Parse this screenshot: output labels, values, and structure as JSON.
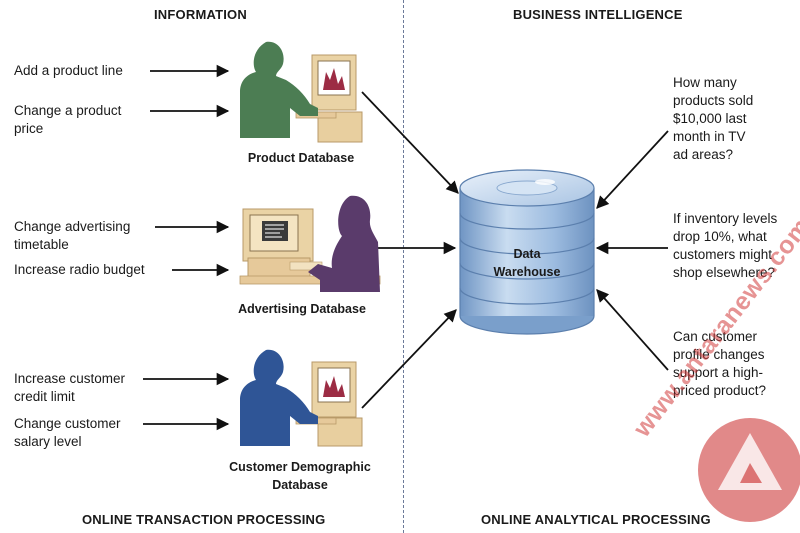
{
  "headers": {
    "information": "INFORMATION",
    "business_intelligence": "BUSINESS INTELLIGENCE",
    "oltp": "ONLINE TRANSACTION PROCESSING",
    "olap": "ONLINE ANALYTICAL PROCESSING"
  },
  "inputs": {
    "add_product_line": "Add a product line",
    "change_product_price_1": "Change a product",
    "change_product_price_2": "price",
    "change_advertising_1": "Change advertising",
    "change_advertising_2": "timetable",
    "increase_radio": "Increase radio budget",
    "increase_credit_1": "Increase customer",
    "increase_credit_2": "credit limit",
    "change_salary_1": "Change customer",
    "change_salary_2": "salary level"
  },
  "databases": {
    "product": "Product Database",
    "advertising": "Advertising Database",
    "customer_1": "Customer Demographic",
    "customer_2": "Database"
  },
  "warehouse": {
    "line1": "Data",
    "line2": "Warehouse"
  },
  "questions": {
    "q1": [
      "How many",
      "products sold",
      "$10,000 last",
      "month in TV",
      "ad areas?"
    ],
    "q2": [
      "If inventory levels",
      "drop 10%, what",
      "customers might",
      "shop elsewhere?"
    ],
    "q3": [
      "Can customer",
      "profile changes",
      "support a high-",
      "priced product?"
    ]
  },
  "watermark": {
    "text": "www.antaranews.com"
  },
  "colors": {
    "product_person": "#4a7c52",
    "advertising_person": "#5b3d6b",
    "customer_person": "#2f5596",
    "computer_tan": "#e6c99a",
    "warehouse_blue": "#8fb3d9",
    "arrow": "#111111"
  }
}
